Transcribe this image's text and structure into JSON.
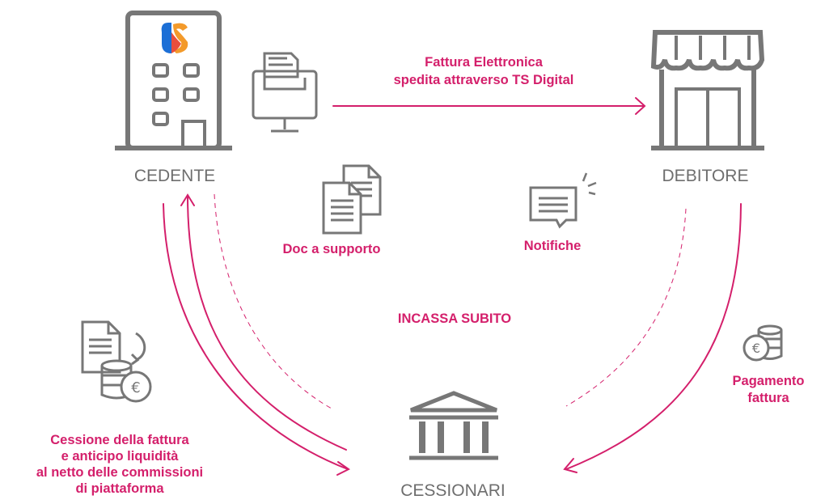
{
  "colors": {
    "accent": "#d41f6b",
    "icon_grey": "#777777",
    "label_grey": "#6e6e6e",
    "logo_blue": "#1c6fd6",
    "logo_orange": "#f39a2b"
  },
  "nodes": {
    "cedente": "CEDENTE",
    "debitore": "DEBITORE",
    "cessionari": "CESSIONARI"
  },
  "labels": {
    "fattura_line1": "Fattura Elettronica",
    "fattura_line2": "spedita attraverso TS Digital",
    "doc_supporto": "Doc a supporto",
    "notifiche": "Notifiche",
    "incassa": "INCASSA SUBITO",
    "pagamento_line1": "Pagamento",
    "pagamento_line2": "fattura",
    "cessione_line1": "Cessione della fattura",
    "cessione_line2": "e anticipo liquidità",
    "cessione_line3": "al netto delle commissioni",
    "cessione_line4": "di piattaforma"
  },
  "icons": {
    "building": "office-building-icon",
    "shop": "shop-icon",
    "bank": "bank-icon",
    "computer": "computer-icon",
    "documents": "documents-icon",
    "notification": "notification-icon",
    "doc_coins": "document-coins-icon",
    "coins": "euro-coins-icon",
    "logo": "ts-logo"
  }
}
